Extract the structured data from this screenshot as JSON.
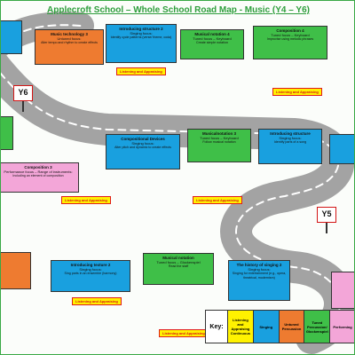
{
  "title": "Applecroft School – Whole School Road Map - Music (Y4 – Y6)",
  "signs": {
    "y6": "Y6",
    "y5": "Y5"
  },
  "callouts": {
    "music_tech_3": {
      "heading": "Music technology 3",
      "type": "Untuned focus:",
      "desc": "Alter tempo and rhythm to create effects"
    },
    "intro_structure_2": {
      "heading": "Introducing structure 2",
      "type": "Singing focus:",
      "desc": "Identify cycle patterns (verse/ theme, coda)"
    },
    "musical_notation_4": {
      "heading": "Musical notation 4",
      "type": "Tuned focus – Keyboard",
      "desc": "Create simple notation"
    },
    "composition_4": {
      "heading": "Composition 4",
      "type": "Tuned focus – Keyboard",
      "desc": "Improvise using melodic phrases"
    },
    "compositional_devices": {
      "heading": "Compositional Devices",
      "type": "Singing focus:",
      "desc": "Alter pitch and dynamic to create effects"
    },
    "musicalnotation_3": {
      "heading": "Musicalnotation 3",
      "type": "Tuned focus – Keyboard",
      "desc": "Follow musical notation"
    },
    "intro_structure_right": {
      "heading": "Introducing structure",
      "type": "Singing focus:",
      "desc": "Identify parts of a song"
    },
    "composition_3": {
      "heading": "Composition 3",
      "type": "Performance focus – Range of instruments:",
      "desc": "Including an element of composition"
    },
    "intro_texture_2": {
      "heading": "Introducing texture 2",
      "type": "Singing focus:",
      "desc": "Sing parts in an ensemble (harmony)"
    },
    "musical_notation_stave": {
      "heading": "Musical notation",
      "type": "Tuned focus – Glockenspiel",
      "desc": "Read the staff"
    },
    "history_singing_2": {
      "heading": "The history of singing 2",
      "type": "Singing focus:",
      "desc": "Singing for entertainment (e.g., opera, theatrical, modernism)"
    }
  },
  "listening": {
    "l1": "Listening and Appraising",
    "l2": "Listening and Appraising",
    "l3": "Listening and Appraising",
    "l4": "Listening and Appraising",
    "l5": "Listening and Appraising",
    "l6": "Listening and Appraising"
  },
  "key": {
    "label": "Key:",
    "items": [
      {
        "text": "Listening and Appraising Continuous",
        "color": "#fff200"
      },
      {
        "text": "Singing",
        "color": "#19a0df"
      },
      {
        "text": "Untuned Percussion",
        "color": "#ee7b30"
      },
      {
        "text": "Tuned Percussion/ Glockenspiel",
        "color": "#3fbf48"
      },
      {
        "text": "Performing",
        "color": "#f3a6d8"
      }
    ]
  },
  "colors": {
    "title": "#2e9e3c",
    "road": "#a3a3a3",
    "singing": "#19a0df",
    "tuned": "#3fbf48",
    "untuned": "#ee7b30",
    "performing": "#f3a6d8",
    "listening": "#fff200"
  }
}
